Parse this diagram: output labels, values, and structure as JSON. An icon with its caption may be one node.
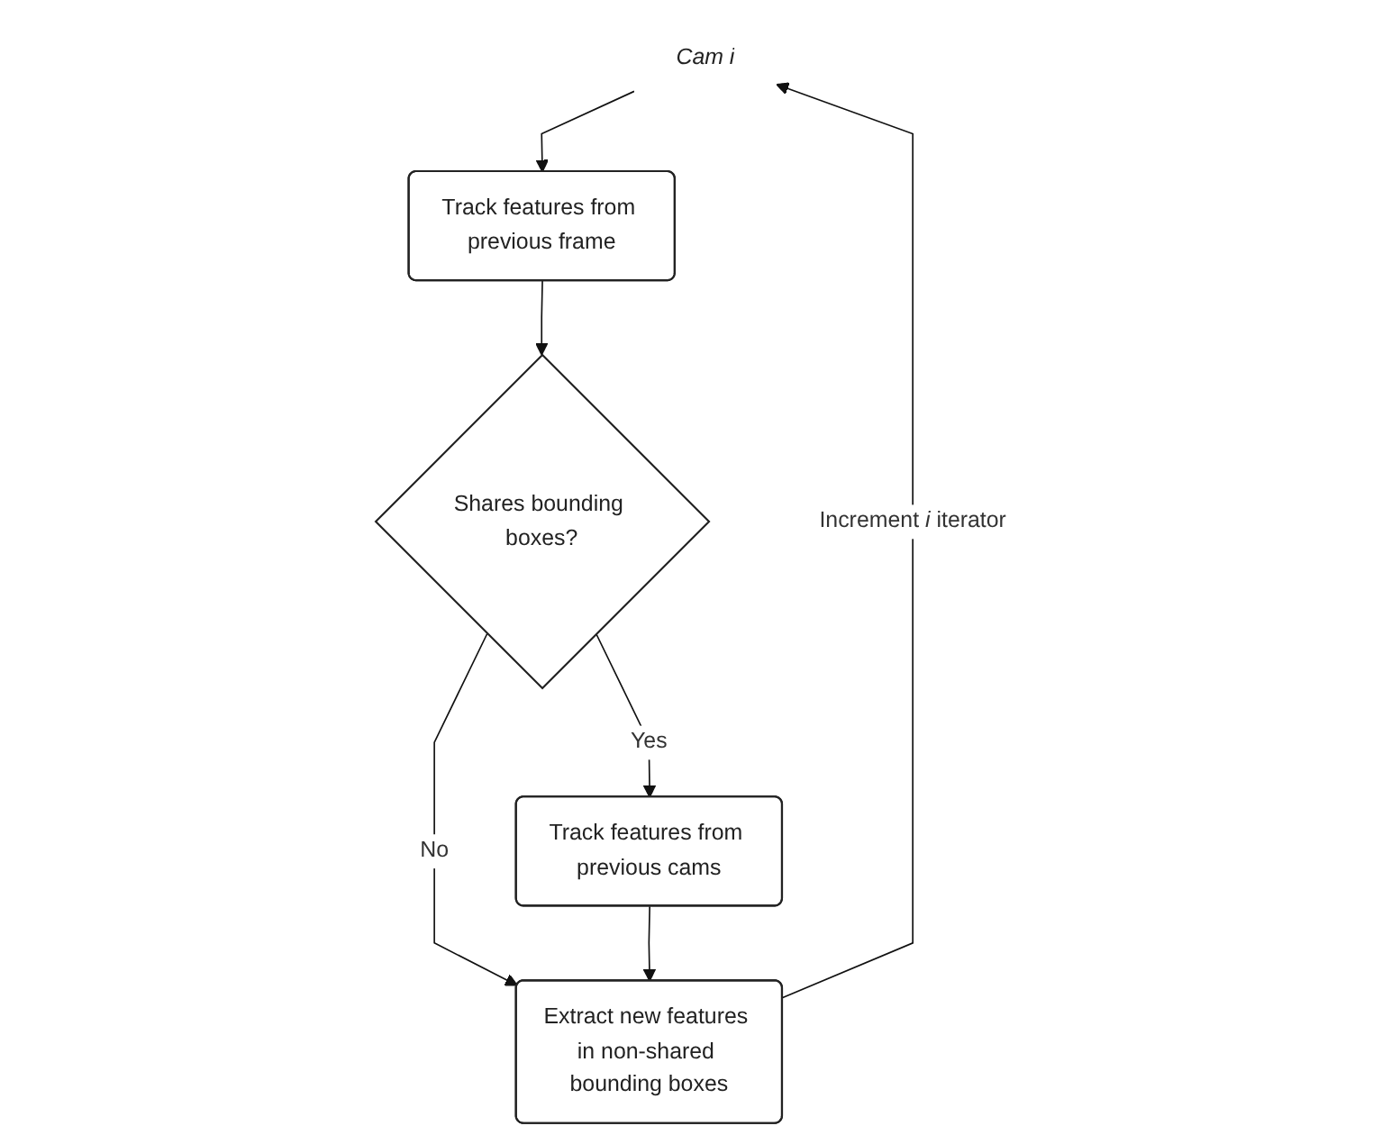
{
  "diagram": {
    "nodes": [
      {
        "text": [
          "Cam i"
        ]
      },
      {
        "text": [
          "Track features from previous frame"
        ]
      },
      {
        "text": [
          "Shares bounding boxes?"
        ]
      },
      {
        "text": [
          "Track features from previous cams"
        ]
      },
      {
        "text": [
          "Extract new features in non-shared bounding boxes"
        ]
      }
    ],
    "edges": [
      {
        "from": 0,
        "to": 1,
        "arrow": "to"
      },
      {
        "from": 1,
        "to": 2,
        "arrow": "to"
      },
      {
        "from": 2,
        "to": 3,
        "arrow": "to",
        "label": "Yes"
      },
      {
        "from": 2,
        "to": 4,
        "arrow": "to",
        "label": "No"
      },
      {
        "from": 3,
        "to": 4,
        "arrow": "to"
      },
      {
        "from": 4,
        "to": 0,
        "arrow": "to",
        "label": "Increment *i* iterator"
      }
    ]
  }
}
